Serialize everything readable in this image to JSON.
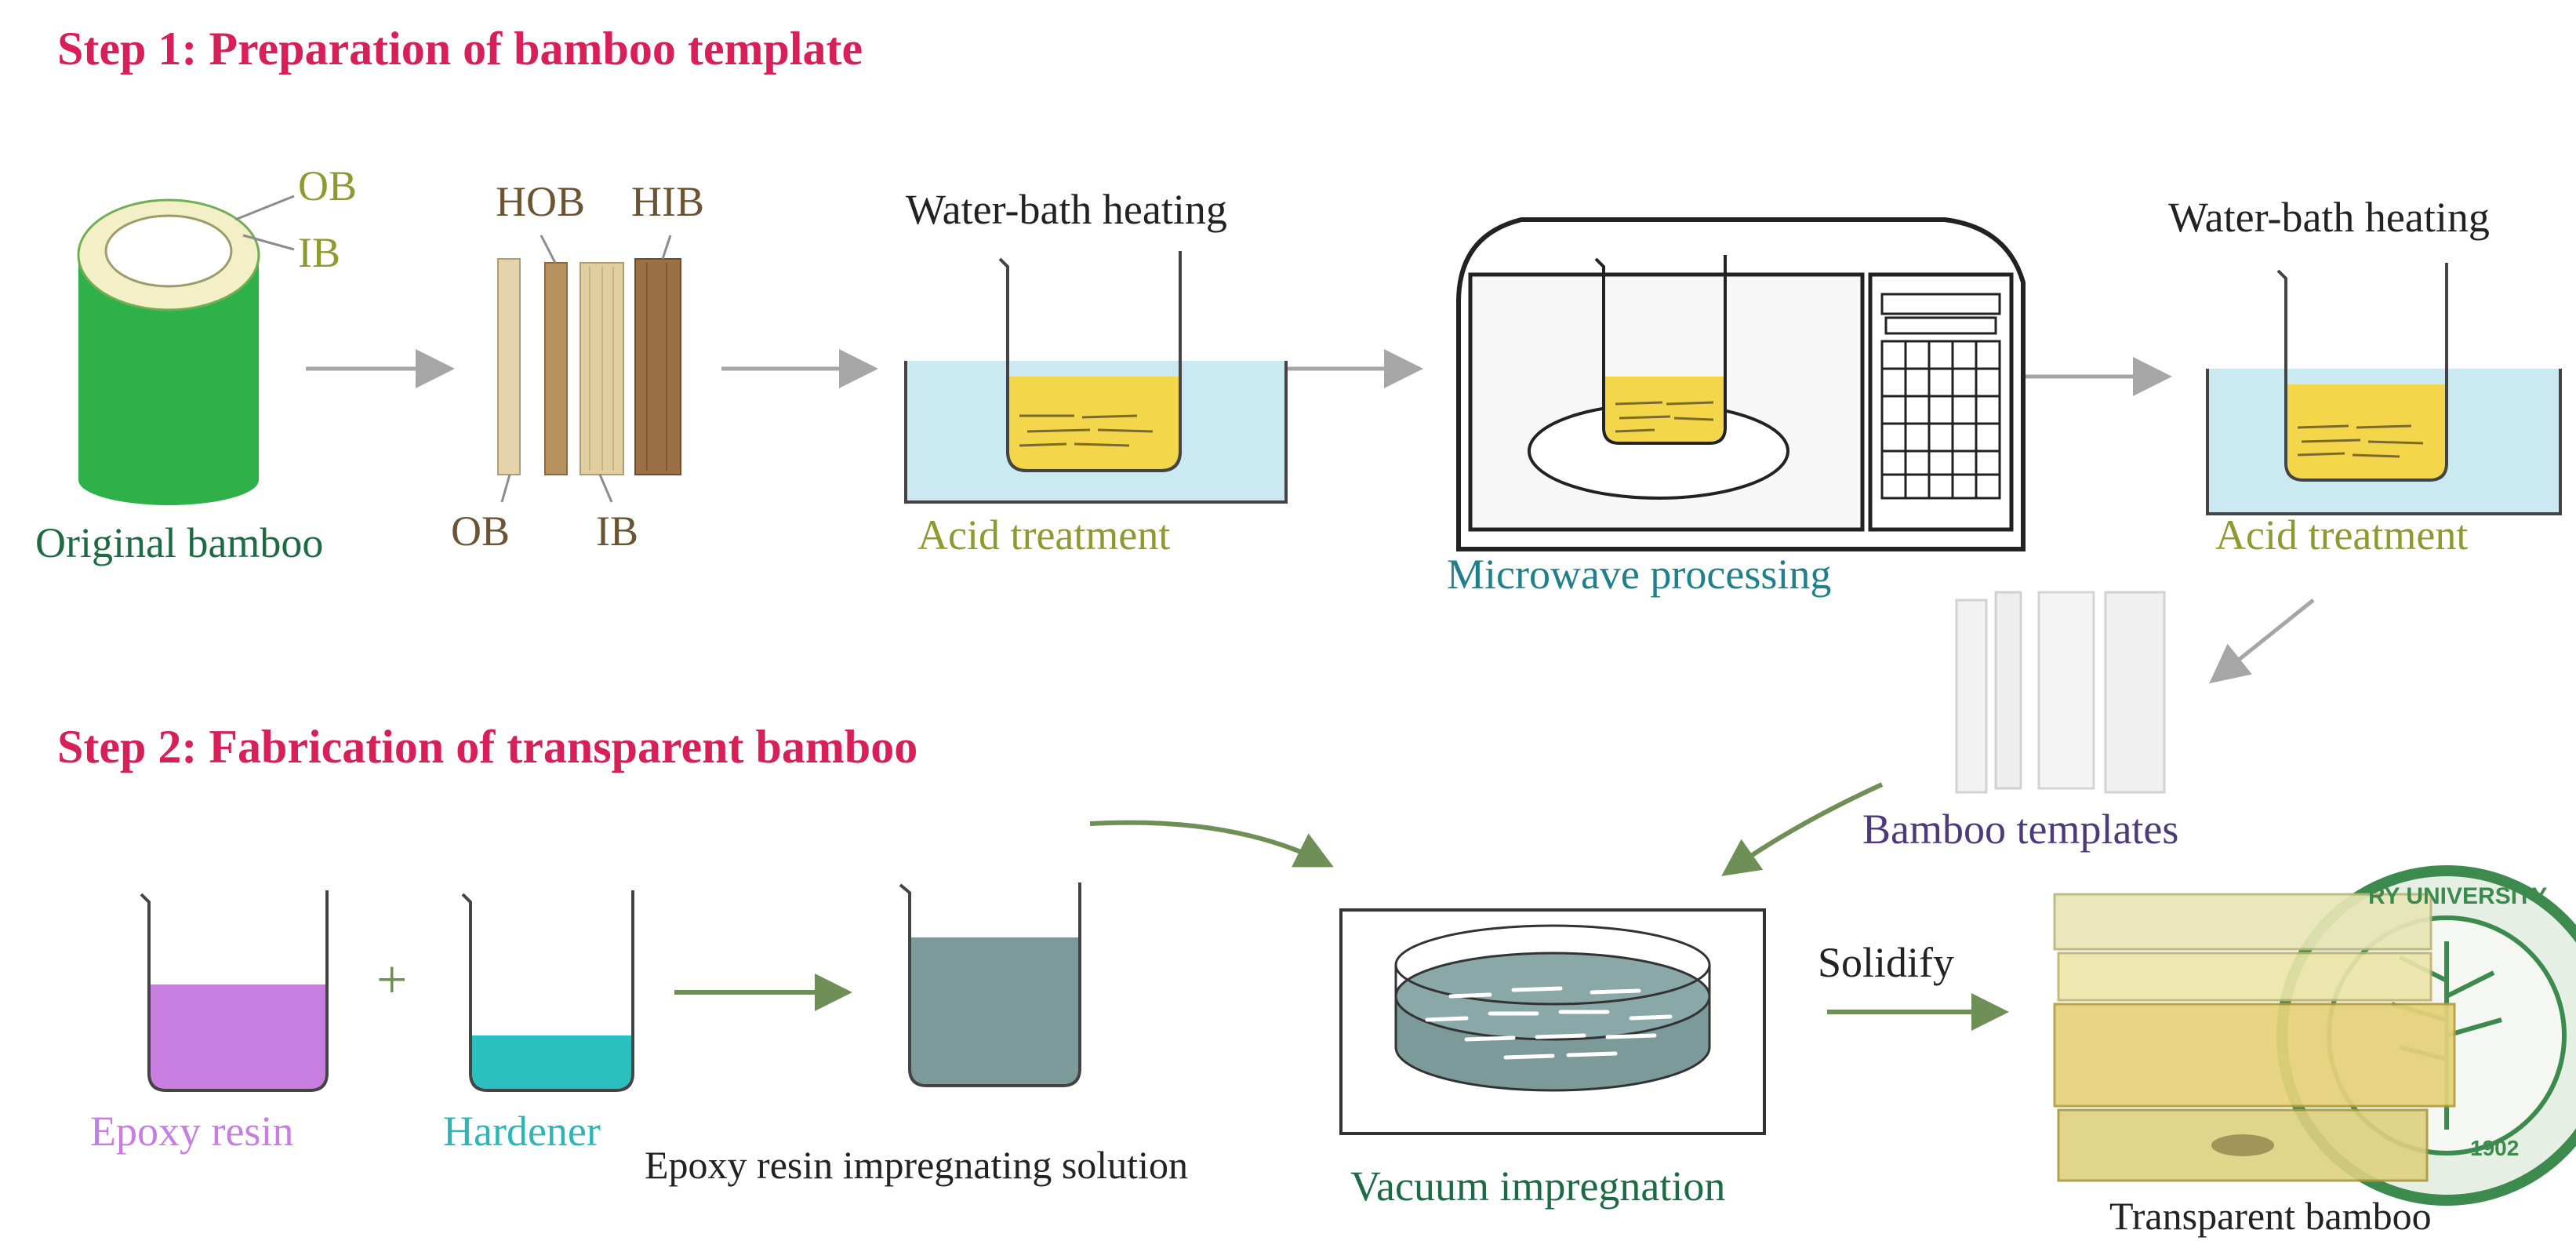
{
  "colors": {
    "step_title": "#d81f58",
    "bamboo_label": "#1d6b43",
    "olive_label": "#8f9a2e",
    "brown_label": "#6b5434",
    "teal_label": "#1f7f8c",
    "purple_label": "#4d3a7a",
    "magenta_label": "#c77ee0",
    "cyan_label": "#2bb6b8",
    "dark_label": "#222222",
    "arrow_gray": "#a6a6a6",
    "arrow_green": "#6e8f55",
    "bamboo_green": "#2fb14a",
    "water": "#cbe9f1",
    "acid": "#f4d64a",
    "epoxy": "#c77ee0",
    "hardener": "#2bc0c0",
    "solution": "#7d9a9a"
  },
  "step1": {
    "title": "Step 1: Preparation of bamboo template",
    "original_bamboo": {
      "label": "Original bamboo",
      "ob": "OB",
      "ib": "IB"
    },
    "strips": {
      "hob": "HOB",
      "hib": "HIB",
      "ob": "OB",
      "ib": "IB"
    },
    "acid1": {
      "top": "Water-bath heating",
      "bottom": "Acid treatment"
    },
    "microwave": {
      "label": "Microwave processing"
    },
    "acid2": {
      "top": "Water-bath heating",
      "bottom": "Acid treatment"
    },
    "templates": {
      "label": "Bamboo templates"
    }
  },
  "step2": {
    "title": "Step 2: Fabrication of transparent bamboo",
    "epoxy": {
      "label": "Epoxy resin"
    },
    "plus": "+",
    "hardener": {
      "label": "Hardener"
    },
    "solution": {
      "label": "Epoxy resin impregnating solution"
    },
    "vacuum": {
      "label": "Vacuum impregnation"
    },
    "solidify": "Solidify",
    "transparent": {
      "label": "Transparent bamboo",
      "logo_text": "RY UNIVERSITY",
      "logo_year": "1902"
    }
  }
}
